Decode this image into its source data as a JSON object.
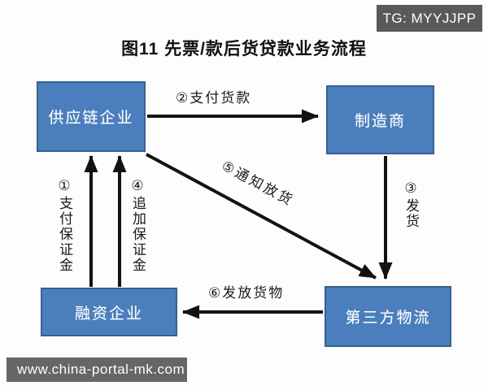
{
  "badge": {
    "label": "TG: MYYJJPP"
  },
  "title": "图11 先票/款后货贷款业务流程",
  "nodes": {
    "supply_chain": "供应链企业",
    "manufacturer": "制造商",
    "financing": "融资企业",
    "logistics": "第三方物流"
  },
  "edges": {
    "pay_deposit": "①支付保证金",
    "pay_goods": "②支付货款",
    "ship_goods": "③发货",
    "add_deposit": "④追加保证金",
    "notify_release": "⑤通知放货",
    "release_goods": "⑥发放货物"
  },
  "watermark": "www.china-portal-mk.com",
  "colors": {
    "node_fill": "#4a7ebc",
    "node_border": "#36618e",
    "arrow": "#121212",
    "badge_bg": "#595959",
    "watermark_bg": "#666666"
  }
}
